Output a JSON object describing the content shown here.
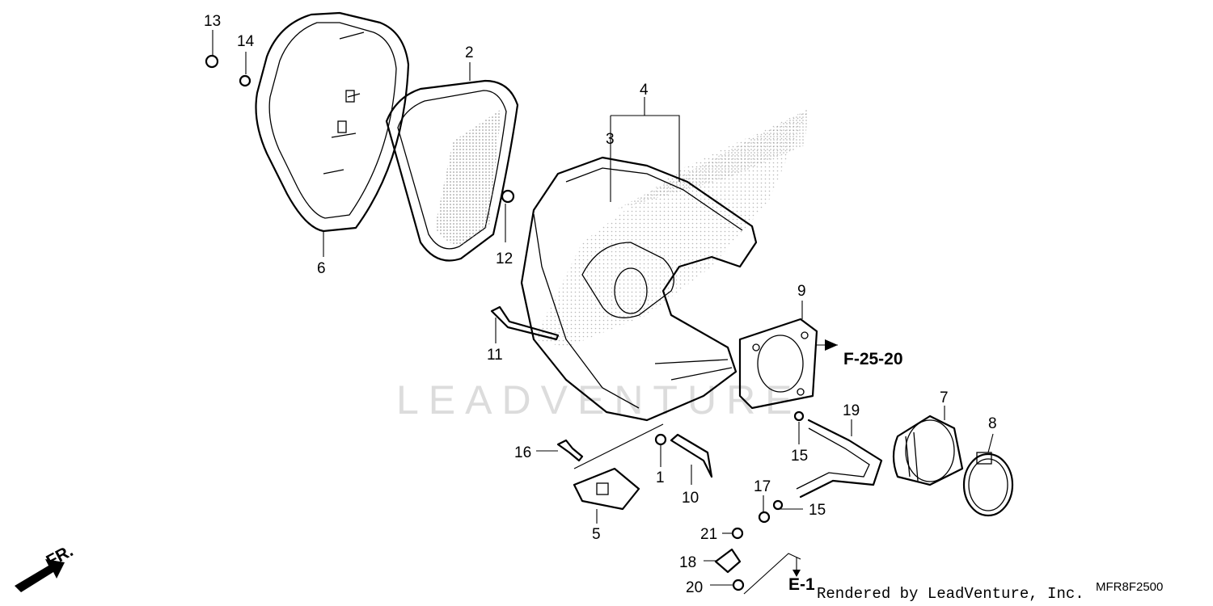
{
  "diagram": {
    "callouts": {
      "c1": "1",
      "c2": "2",
      "c3": "3",
      "c4": "4",
      "c5": "5",
      "c6": "6",
      "c7": "7",
      "c8": "8",
      "c9": "9",
      "c10": "10",
      "c11": "11",
      "c12": "12",
      "c13": "13",
      "c14": "14",
      "c15a": "15",
      "c15b": "15",
      "c16": "16",
      "c17": "17",
      "c18": "18",
      "c19": "19",
      "c20": "20",
      "c21": "21"
    },
    "refs": {
      "f25": "F-25-20",
      "e1": "E-1"
    },
    "direction_label": "FR.",
    "watermark": "LEADVENTURE",
    "credit": "Rendered by LeadVenture, Inc.",
    "diagram_code": "MFR8F2500"
  }
}
